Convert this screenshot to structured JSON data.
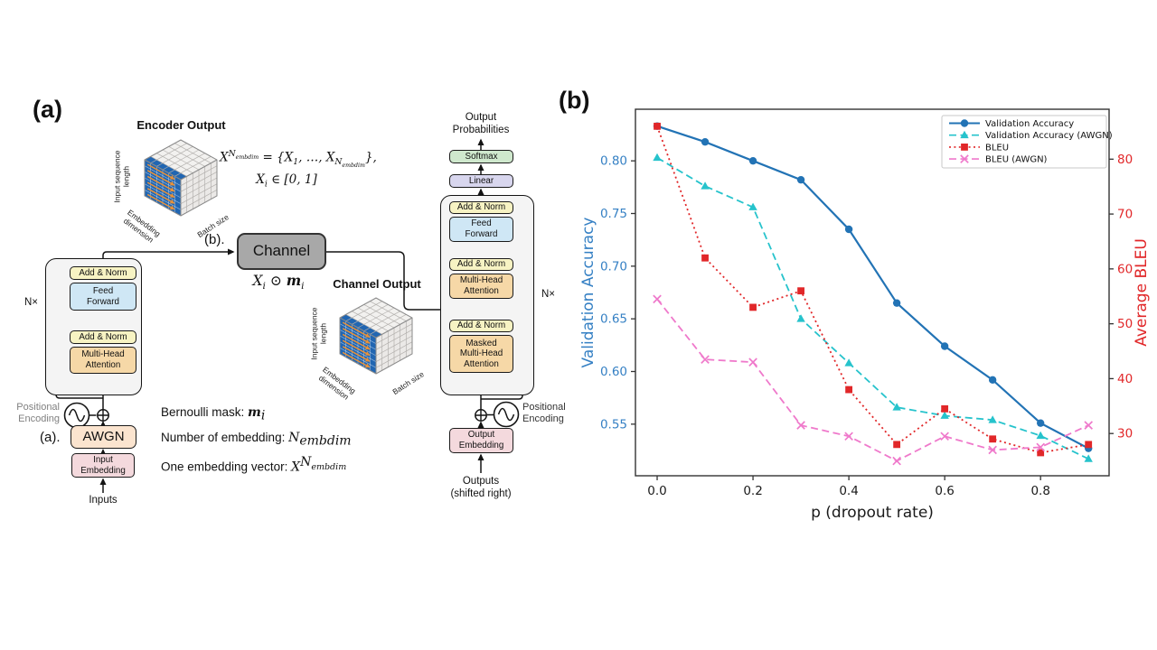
{
  "panel_a": {
    "label": "(a)",
    "encoder_output_title": "Encoder Output",
    "channel_output_title": "Channel Output",
    "cube": {
      "left_label": "Input sequence length",
      "bottom_left_label": "Embedding dimension",
      "bottom_right_label": "Batch size"
    },
    "palette": {
      "add_norm": "#f7f3c3",
      "feed_forward": "#cfe7f5",
      "attention": "#f6d8a7",
      "softmax": "#cfe8cd",
      "linear": "#d8d6ee",
      "awgn": "#fbe4cf",
      "embedding": "#f4d9dd",
      "channel": "#a8a8a8",
      "cube_face": "#2166b2",
      "cube_arrow": "#e8923a"
    },
    "boxes": {
      "add_norm": "Add & Norm",
      "feed_forward": "Feed Forward",
      "multi_head": "Multi-Head Attention",
      "masked_multi_head": "Masked Multi-Head Attention",
      "softmax": "Softmax",
      "linear": "Linear",
      "awgn": "AWGN",
      "input_embedding": "Input Embedding",
      "output_embedding": "Output Embedding",
      "channel": "Channel"
    },
    "labels": {
      "n_times_left": "N×",
      "n_times_right": "N×",
      "positional_encoding_line1": "Positional",
      "positional_encoding_line2": "Encoding",
      "inputs": "Inputs",
      "outputs_line1": "Outputs",
      "outputs_line2": "(shifted right)",
      "output_prob_line1": "Output",
      "output_prob_line2": "Probabilities",
      "sub_a": "(a).",
      "sub_b": "(b)."
    },
    "formula": {
      "line1": {
        "base": "X",
        "sup_base": "N",
        "sup_sub": "embdim",
        "mid": " = {X",
        "sub1": "1",
        "mid2": ", …, X",
        "sub2_base": "N",
        "sub2_sub": "embdim",
        "end": "},"
      },
      "line2_base": "X",
      "line2_sub": "i",
      "line2_rest": " ∈ [0, 1]",
      "channel_base": "X",
      "channel_sub": "i",
      "channel_op": " ⊙ ",
      "channel_m": "m",
      "channel_m_sub": "i"
    },
    "annotations": {
      "bernoulli_label": "Bernoulli mask: ",
      "bernoulli_base": "m",
      "bernoulli_sub": "i",
      "num_label": "Number of embedding: ",
      "num_base": "N",
      "num_sub": "embdim",
      "vector_label": "One embedding vector: ",
      "vector_base": "X",
      "vector_sup_base": "N",
      "vector_sup_sub": "embdim"
    }
  },
  "panel_b": {
    "label": "(b)",
    "chart_data": {
      "type": "line",
      "title": "",
      "xlabel": "p (dropout rate)",
      "ylabel_left": "Validation Accuracy",
      "ylabel_right": "Average BLEU",
      "x": [
        0.0,
        0.1,
        0.2,
        0.3,
        0.4,
        0.5,
        0.6,
        0.7,
        0.8,
        0.9
      ],
      "series": [
        {
          "name": "Validation Accuracy",
          "axis": "left",
          "color": "#2273b5",
          "style": "solid",
          "marker": "circle",
          "values": [
            0.833,
            0.818,
            0.8,
            0.782,
            0.735,
            0.665,
            0.624,
            0.592,
            0.551,
            0.527
          ]
        },
        {
          "name": "Validation Accuracy (AWGN)",
          "axis": "left",
          "color": "#26c3cc",
          "style": "dashed",
          "marker": "triangle",
          "values": [
            0.803,
            0.776,
            0.756,
            0.65,
            0.608,
            0.566,
            0.558,
            0.554,
            0.539,
            0.517
          ]
        },
        {
          "name": "BLEU",
          "axis": "right",
          "color": "#e12729",
          "style": "dotted",
          "marker": "square",
          "values": [
            86,
            62,
            53,
            56,
            38,
            28,
            34.5,
            29,
            26.5,
            28
          ]
        },
        {
          "name": "BLEU (AWGN)",
          "axis": "right",
          "color": "#ef79cb",
          "style": "dashed",
          "marker": "x",
          "values": [
            54.5,
            43.5,
            43,
            31.5,
            29.5,
            25,
            29.5,
            27,
            27.5,
            31.5
          ]
        }
      ],
      "xticks": [
        0.0,
        0.2,
        0.4,
        0.6,
        0.8
      ],
      "xtick_labels": [
        "0.0",
        "0.2",
        "0.4",
        "0.6",
        "0.8"
      ],
      "yticks_left": [
        0.55,
        0.6,
        0.65,
        0.7,
        0.75,
        0.8
      ],
      "ytick_left_labels": [
        "0.55",
        "0.60",
        "0.65",
        "0.70",
        "0.75",
        "0.80"
      ],
      "yticks_right": [
        30,
        40,
        50,
        60,
        70,
        80
      ],
      "ytick_right_labels": [
        "30",
        "40",
        "50",
        "60",
        "70",
        "80"
      ],
      "xlim": [
        -0.0453,
        0.943
      ],
      "ylim_left": [
        0.501,
        0.849
      ],
      "ylim_right": [
        22.3,
        89.1
      ],
      "legend_position": "upper right",
      "grid": false,
      "colors": {
        "left_axis": "#3580c4",
        "right_axis": "#e12729"
      }
    }
  }
}
